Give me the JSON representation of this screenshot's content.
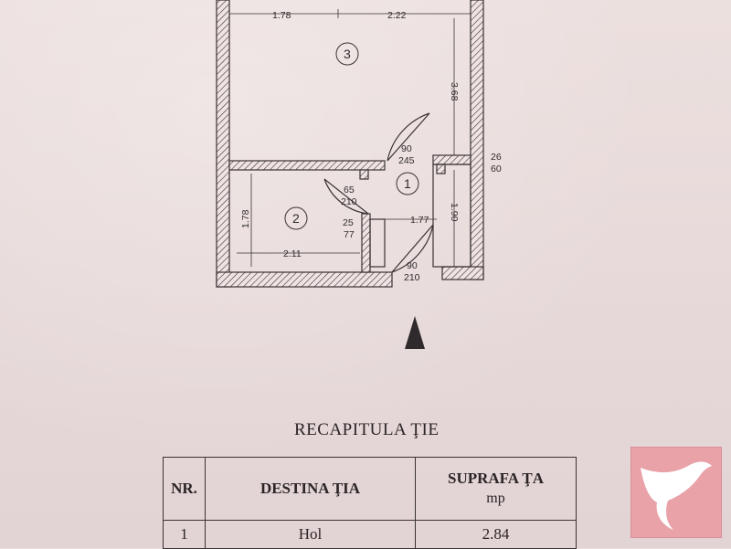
{
  "plan": {
    "dimensions": {
      "top_left": "1.78",
      "top_right": "2.22",
      "room3_height": "3.68",
      "side_26": "26",
      "side_60": "60",
      "door_main_w": "90",
      "door_main_h": "245",
      "door_bath_w": "65",
      "door_bath_h": "210",
      "room2_height": "1.78",
      "room2_width": "2.11",
      "niche_w": "25",
      "niche_h": "77",
      "hall_width": "1.77",
      "hall_height": "1.90",
      "door_entry_w": "90",
      "door_entry_h": "210"
    },
    "rooms": {
      "r1": "1",
      "r2": "2",
      "r3": "3"
    }
  },
  "recap": {
    "title": "RECAPITULA ŢIE",
    "headers": {
      "nr": "NR.",
      "destination": "DESTINA ŢIA",
      "area": "SUPRAFA ŢA",
      "unit": "mp"
    },
    "rows": [
      {
        "nr": "1",
        "destination": "Hol",
        "area": "2.84"
      }
    ]
  },
  "colors": {
    "paper": "#e9dcdc",
    "ink": "#2b2426",
    "logo_bg": "#e8a2a8"
  }
}
